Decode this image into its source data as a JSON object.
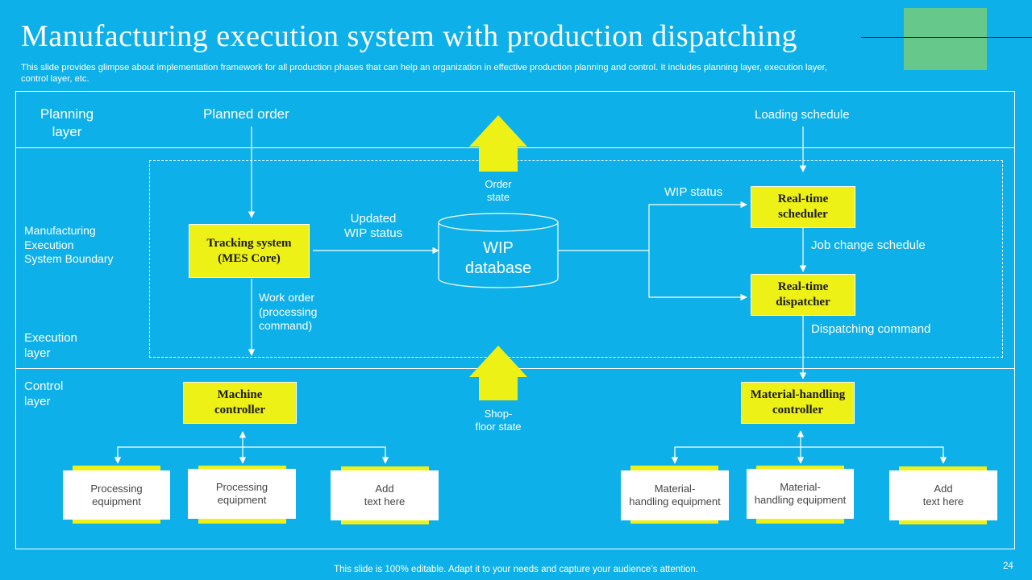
{
  "slide": {
    "title": "Manufacturing execution system with production dispatching",
    "subtitle": "This slide provides glimpse about implementation framework for all production phases that can help an organization in effective production planning and control. It includes planning layer, execution layer, control layer, etc.",
    "footer": "This slide is 100% editable. Adapt it to your needs and capture your audience’s attention.",
    "page_number": "24"
  },
  "layers": {
    "planning": "Planning\nlayer",
    "mes_boundary": "Manufacturing\nExecution\nSystem Boundary",
    "execution": "Execution\nlayer",
    "control": "Control\nlayer"
  },
  "labels": {
    "planned_order": "Planned order",
    "loading_schedule": "Loading schedule",
    "order_state": "Order\nstate",
    "updated_wip_status": "Updated\nWIP status",
    "wip_status": "WIP status",
    "job_change_schedule": "Job change schedule",
    "dispatching_command": "Dispatching command",
    "work_order": "Work order\n(processing\ncommand)",
    "shop_floor_state": "Shop-\nfloor state"
  },
  "nodes": {
    "tracking_system": "Tracking system\n(MES Core)",
    "wip_database": "WIP\ndatabase",
    "scheduler": "Real-time\nscheduler",
    "dispatcher": "Real-time\ndispatcher",
    "machine_controller": "Machine\ncontroller",
    "material_handling_controller": "Material-handling\ncontroller"
  },
  "cards": {
    "left": [
      "Processing\nequipment",
      "Processing\nequipment",
      "Add\ntext here"
    ],
    "right": [
      "Material-\nhandling equipment",
      "Material-\nhandling equipment",
      "Add\ntext here"
    ]
  },
  "colors": {
    "background": "#0EB0E9",
    "accent_yellow": "#EEF115",
    "accent_green": "#66C98B"
  }
}
